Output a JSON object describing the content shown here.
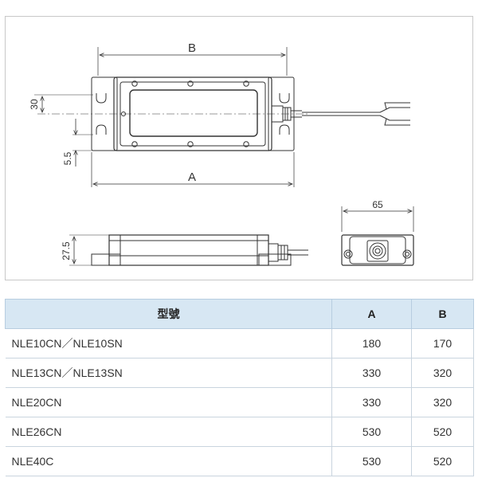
{
  "drawing": {
    "dim_b": "B",
    "dim_a": "A",
    "dim_30": "30",
    "dim_5_5": "5.5",
    "dim_65": "65",
    "dim_27_5": "27.5"
  },
  "table": {
    "headers": [
      "型號",
      "A",
      "B"
    ],
    "rows": [
      {
        "model": "NLE10CN／NLE10SN",
        "a": "180",
        "b": "170"
      },
      {
        "model": "NLE13CN／NLE13SN",
        "a": "330",
        "b": "320"
      },
      {
        "model": "NLE20CN",
        "a": "330",
        "b": "320"
      },
      {
        "model": "NLE26CN",
        "a": "530",
        "b": "520"
      },
      {
        "model": "NLE40C",
        "a": "530",
        "b": "520"
      }
    ]
  }
}
